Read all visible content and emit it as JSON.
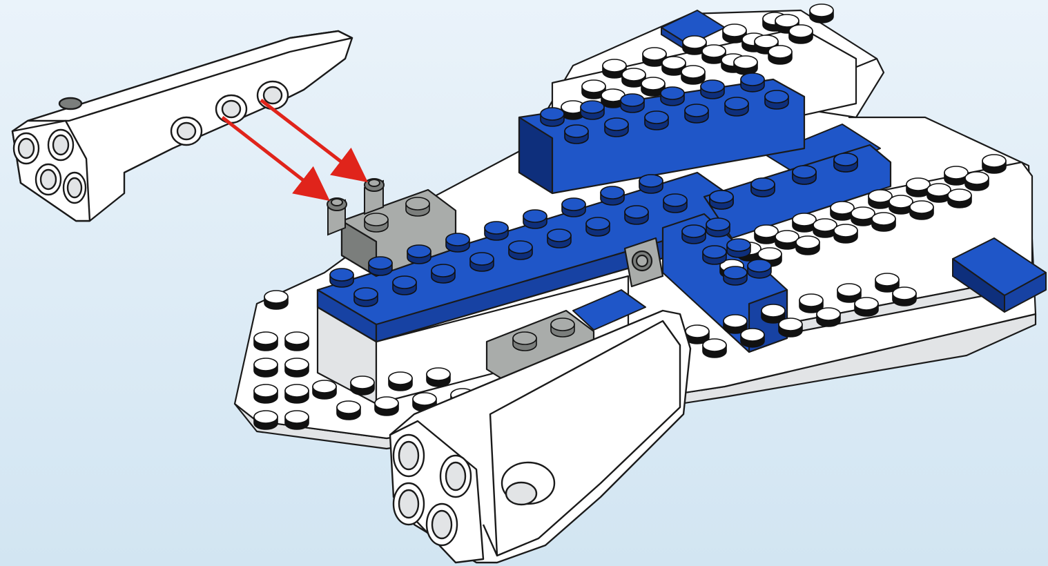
{
  "scene": {
    "background_top": "#eaf3fa",
    "background_bottom": "#d2e5f2"
  },
  "colors": {
    "white_brick": "#ffffff",
    "outline": "#1a1a1a",
    "blue_brick": "#1f56c8",
    "blue_side": "#1742a3",
    "blue_dark": "#0e2f7c",
    "grey_brick": "#a9acaa",
    "grey_dark": "#7b7e7c",
    "white_shade": "#e2e4e6",
    "stud_top_white": "#ffffff",
    "arrow_red": "#e0241b"
  },
  "parts": {
    "loose_engine_icon": "detached-white-engine-nacelle",
    "mounted_engine_icon": "mounted-white-engine-nacelle",
    "pins_icon": "grey-connector-pins",
    "arrows_icon": "red-assembly-arrows"
  }
}
